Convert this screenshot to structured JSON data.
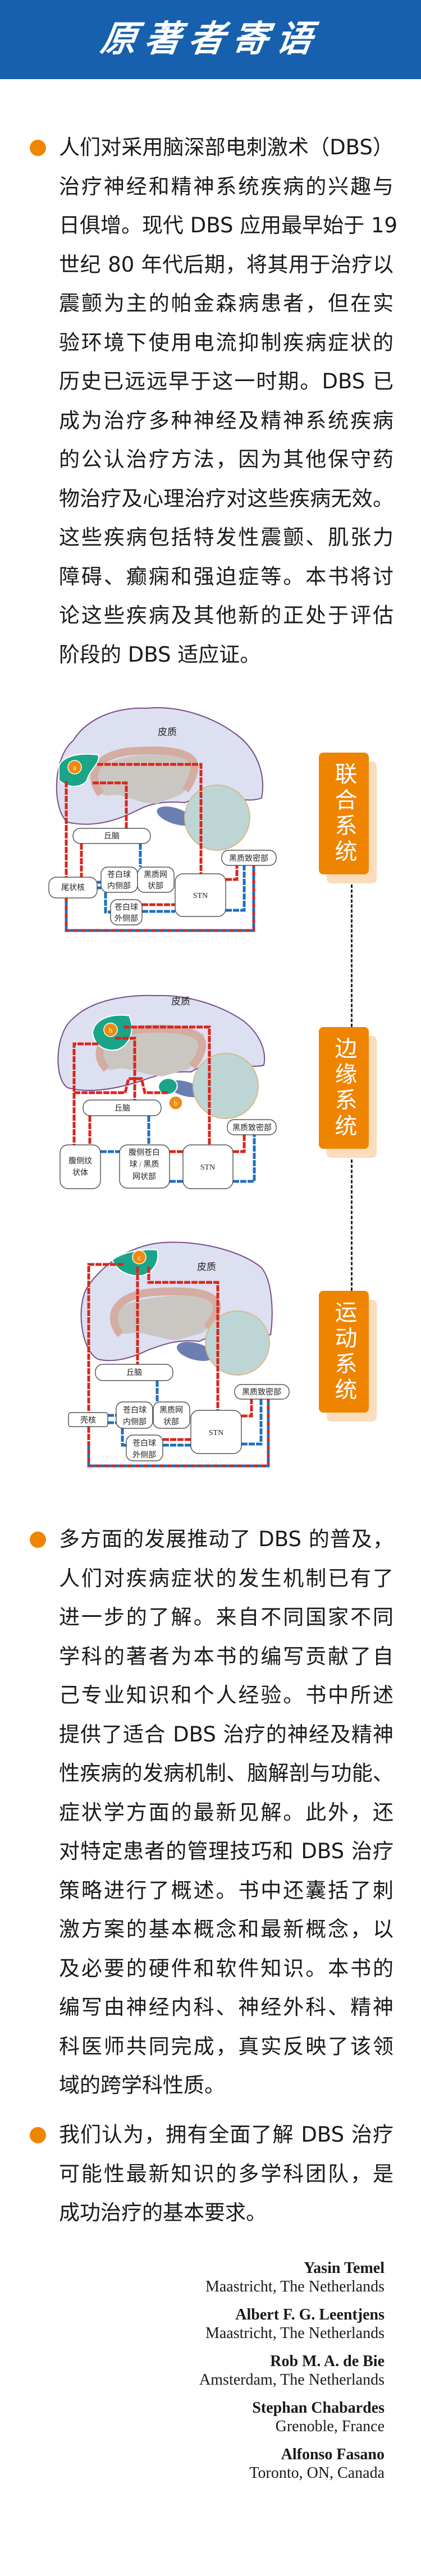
{
  "header": {
    "title": "原著者寄语"
  },
  "paragraphs": [
    {
      "lines": [
        "人们对采用脑深部电刺激术（DBS）",
        "治疗神经和精神系统疾病的兴趣与",
        "日俱增。现代 DBS 应用最早始于 19",
        "世纪 80 年代后期，将其用于治疗以",
        "震颤为主的帕金森病患者，但在实",
        "验环境下使用电流抑制疾病症状的",
        "历史已远远早于这一时期。DBS 已",
        "成为治疗多种神经及精神系统疾病",
        "的公认治疗方法，因为其他保守药",
        "物治疗及心理治疗对这些疾病无效。",
        "这些疾病包括特发性震颤、肌张力",
        "障碍、癫痫和强迫症等。本书将讨",
        "论这些疾病及其他新的正处于评估",
        "阶段的 DBS 适应证。"
      ]
    },
    {
      "lines": [
        "多方面的发展推动了 DBS 的普及，",
        "人们对疾病症状的发生机制已有了",
        "进一步的了解。来自不同国家不同",
        "学科的著者为本书的编写贡献了自",
        "己专业知识和个人经验。书中所述",
        "提供了适合 DBS 治疗的神经及精神",
        "性疾病的发病机制、脑解剖与功能、",
        "症状学方面的最新见解。此外，还",
        "对特定患者的管理技巧和 DBS 治疗",
        "策略进行了概述。书中还囊括了刺",
        "激方案的基本概念和最新概念，以",
        "及必要的硬件和软件知识。本书的",
        "编写由神经内科、神经外科、精神",
        "科医师共同完成，真实反映了该领",
        "域的跨学科性质。"
      ]
    },
    {
      "lines": [
        "我们认为，拥有全面了解 DBS 治疗",
        "可能性最新知识的多学科团队，是",
        "成功治疗的基本要求。"
      ]
    }
  ],
  "diagrams": [
    {
      "cortex": "皮质",
      "marker": "a",
      "thalamus": "丘脑",
      "striatum": [
        "尾状核"
      ],
      "gpi": [
        "苍白球",
        "内侧部"
      ],
      "snr": [
        "黑质网",
        "状部"
      ],
      "gpe": [
        "苍白球",
        "外侧部"
      ],
      "stn": "STN",
      "snc": "黑质致密部"
    },
    {
      "cortex": "皮质",
      "marker": "b",
      "marker2": "b",
      "thalamus": "丘脑",
      "striatum": [
        "腹侧纹",
        "状体"
      ],
      "vp": [
        "腹侧苍白",
        "球 / 黑质",
        "网状部"
      ],
      "stn": "STN",
      "snc": "黑质致密部"
    },
    {
      "cortex": "皮质",
      "marker": "c",
      "thalamus": "丘脑",
      "striatum": [
        "壳核"
      ],
      "gpi": [
        "苍白球",
        "内侧部"
      ],
      "snr": [
        "黑质网",
        "状部"
      ],
      "gpe": [
        "苍白球",
        "外侧部"
      ],
      "stn": "STN",
      "snc": "黑质致密部"
    }
  ],
  "systems": [
    "联合系统",
    "边缘系统",
    "运动系统"
  ],
  "authors": [
    {
      "name": "Yasin Temel",
      "place": "Maastricht, The Netherlands"
    },
    {
      "name": "Albert F. G. Leentjens",
      "place": "Maastricht, The Netherlands"
    },
    {
      "name": "Rob M. A. de Bie",
      "place": "Amsterdam, The Netherlands"
    },
    {
      "name": "Stephan Chabardes",
      "place": "Grenoble, France"
    },
    {
      "name": "Alfonso Fasano",
      "place": "Toronto, ON, Canada"
    }
  ],
  "colors": {
    "header": "#1660ad",
    "accent": "#ef8400",
    "pathway_red": "#d9261c",
    "pathway_blue": "#1f6fc0"
  }
}
